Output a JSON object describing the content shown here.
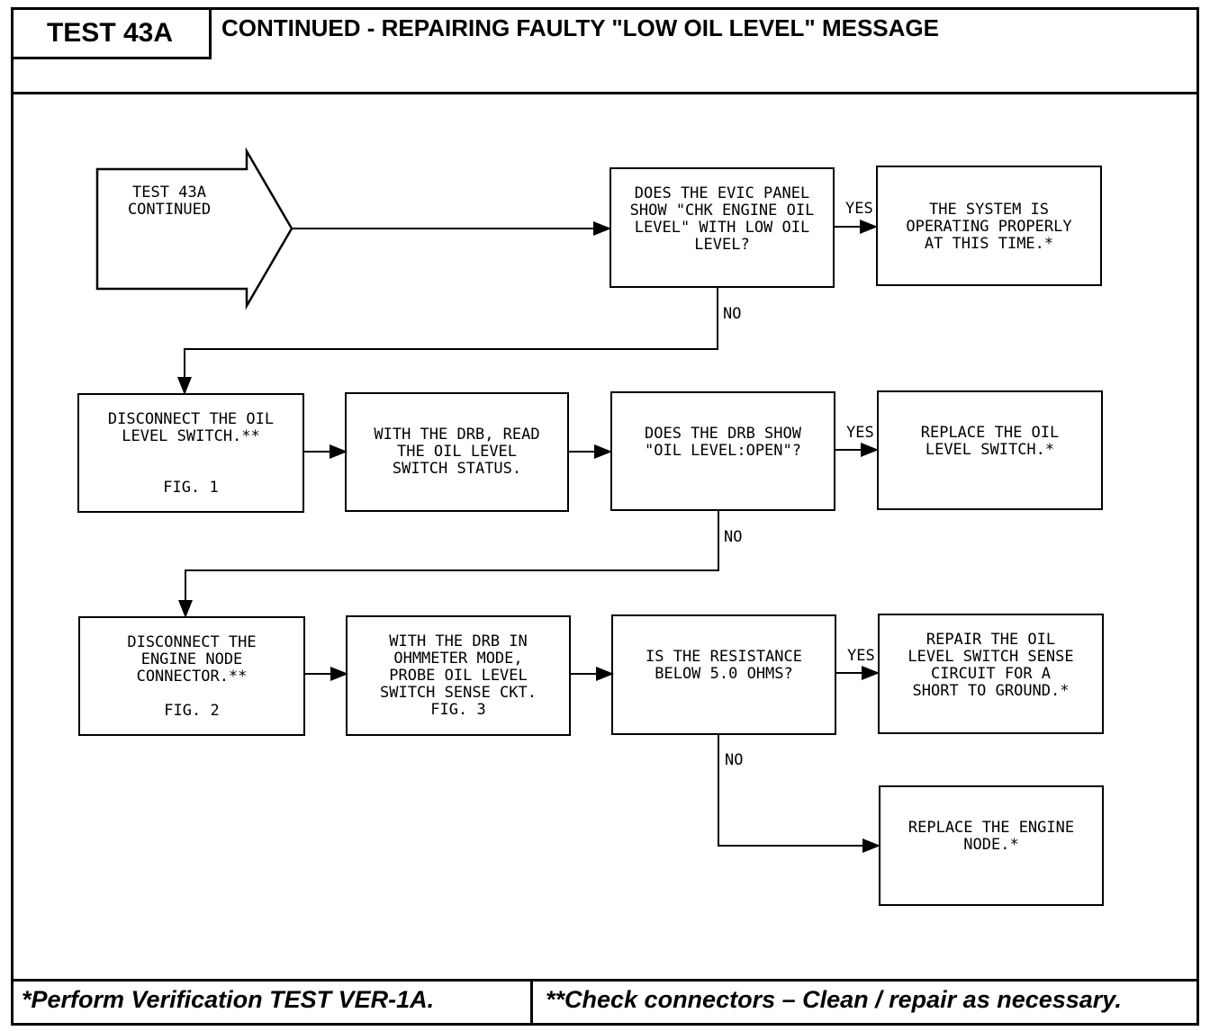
{
  "header": {
    "test_id": "TEST 43A",
    "title": "CONTINUED - REPAIRING FAULTY \"LOW OIL LEVEL\" MESSAGE"
  },
  "entry": {
    "text": "TEST 43A\nCONTINUED"
  },
  "steps": {
    "q1": "DOES THE EVIC PANEL\nSHOW \"CHK ENGINE OIL\nLEVEL\" WITH LOW OIL\nLEVEL?",
    "r1": "THE SYSTEM IS\nOPERATING PROPERLY\nAT THIS TIME.*",
    "a1": "DISCONNECT THE OIL\nLEVEL SWITCH.**",
    "a1_fig": "FIG. 1",
    "a2": "WITH THE DRB, READ\nTHE OIL LEVEL\nSWITCH STATUS.",
    "q2": "DOES THE DRB SHOW\n\"OIL LEVEL:OPEN\"?",
    "r2": "REPLACE THE OIL\nLEVEL SWITCH.*",
    "a3": "DISCONNECT THE\nENGINE NODE\nCONNECTOR.**",
    "a3_fig": "FIG. 2",
    "a4": "WITH THE DRB IN\nOHMMETER MODE,\nPROBE OIL LEVEL\nSWITCH SENSE CKT.\nFIG. 3",
    "q3": "IS THE RESISTANCE\nBELOW 5.0 OHMS?",
    "r3": "REPAIR THE OIL\nLEVEL SWITCH SENSE\nCIRCUIT FOR A\nSHORT TO GROUND.*",
    "r4": "REPLACE THE ENGINE\nNODE.*"
  },
  "labels": {
    "yes": "YES",
    "no": "NO"
  },
  "footer": {
    "left": "*Perform Verification TEST VER-1A.",
    "right": "**Check connectors – Clean / repair as necessary."
  }
}
